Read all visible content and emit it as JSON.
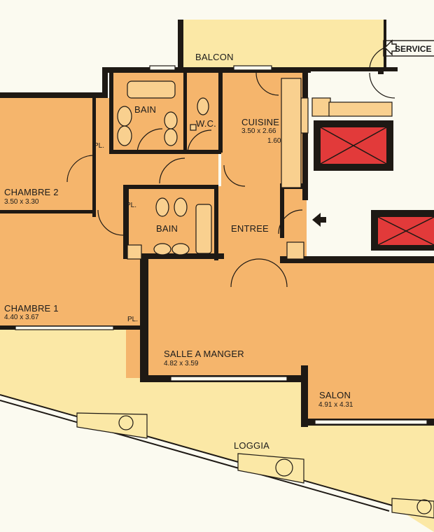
{
  "plan": {
    "rooms": [
      {
        "id": "balcon",
        "label": "BALCON",
        "dims": ""
      },
      {
        "id": "bain1",
        "label": "BAIN",
        "dims": ""
      },
      {
        "id": "wc",
        "label": "W.C.",
        "dims": ""
      },
      {
        "id": "cuisine",
        "label": "CUISINE",
        "dims": "3.50 x 2.66",
        "extra": "1.60"
      },
      {
        "id": "chambre2",
        "label": "CHAMBRE 2",
        "dims": "3.50 x 3.30"
      },
      {
        "id": "bain2",
        "label": "BAIN",
        "dims": ""
      },
      {
        "id": "entree",
        "label": "ENTREE",
        "dims": ""
      },
      {
        "id": "chambre1",
        "label": "CHAMBRE 1",
        "dims": "4.40 x 3.67"
      },
      {
        "id": "salle",
        "label": "SALLE A MANGER",
        "dims": "4.82 x 3.59"
      },
      {
        "id": "salon",
        "label": "SALON",
        "dims": "4.91 x 4.31"
      },
      {
        "id": "loggia",
        "label": "LOGGIA",
        "dims": ""
      }
    ],
    "closets": [
      "PL.",
      "PL.",
      "PL."
    ],
    "service_label": "SERVICE",
    "colors": {
      "room_fill": "#f5b56c",
      "terrace_fill": "#fbe8a6",
      "wall": "#1e1914",
      "paper": "#fbfaf0",
      "elevator": "#e23a3a"
    }
  }
}
